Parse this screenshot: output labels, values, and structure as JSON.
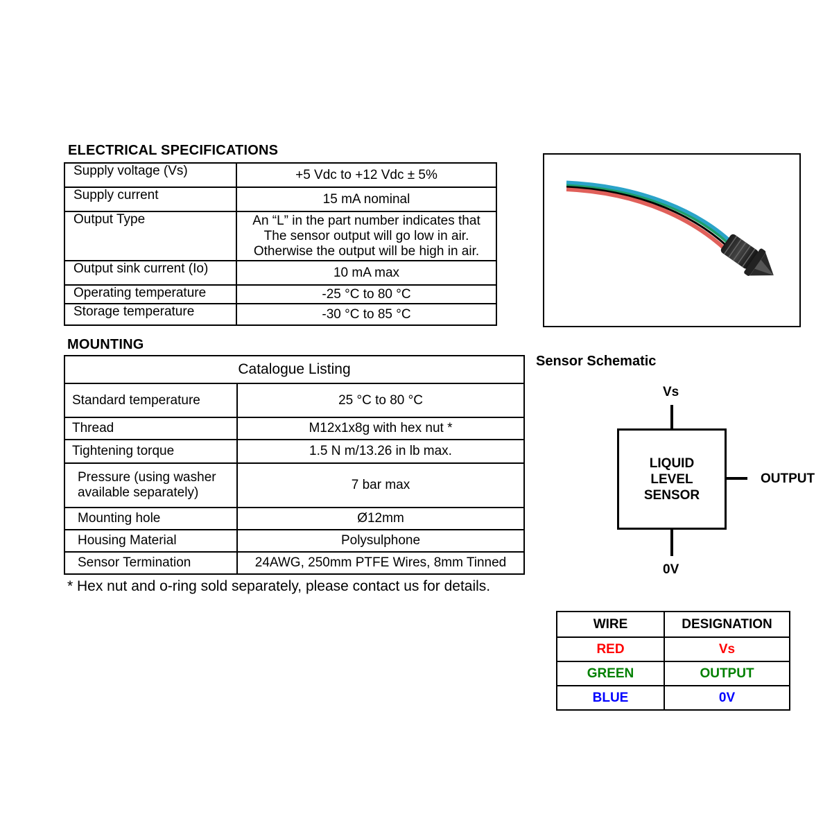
{
  "electrical": {
    "heading": "ELECTRICAL SPECIFICATIONS",
    "rows": [
      {
        "label": "Supply voltage (Vs)",
        "value": "+5 Vdc to +12 Vdc ± 5%"
      },
      {
        "label": "Supply current",
        "value": "15 mA nominal"
      },
      {
        "label": "Output Type",
        "value_lines": [
          "An “L” in the part number indicates that",
          "The sensor output will go low in air.",
          "Otherwise the output will be high in air."
        ]
      },
      {
        "label": "Output sink current (Io)",
        "value": "10 mA max"
      },
      {
        "label": "Operating temperature",
        "value": "-25 °C to 80 °C"
      },
      {
        "label": "Storage temperature",
        "value": "-30 °C to 85 °C"
      }
    ]
  },
  "mounting": {
    "heading": "MOUNTING",
    "catalogue_header": "Catalogue Listing",
    "rows": [
      {
        "label": "Standard temperature",
        "value": "25 °C to 80 °C"
      },
      {
        "label": "Thread",
        "value": "M12x1x8g with hex nut *"
      },
      {
        "label": "Tightening  torque",
        "value": "1.5 N m/13.26 in lb max."
      },
      {
        "label_lines": [
          "Pressure (using washer",
          "available separately)"
        ],
        "value": "7 bar max"
      },
      {
        "label": "Mounting hole",
        "value": "Ø12mm"
      },
      {
        "label": "Housing Material",
        "value": "Polysulphone"
      },
      {
        "label": "Sensor Termination",
        "value": "24AWG, 250mm PTFE Wires, 8mm Tinned"
      }
    ],
    "footnote": "* Hex nut and o-ring sold separately, please contact us for details."
  },
  "schematic": {
    "title": "Sensor Schematic",
    "top_label": "Vs",
    "bottom_label": "0V",
    "right_label": "OUTPUT",
    "box_lines": [
      "LIQUID",
      "LEVEL",
      "SENSOR"
    ]
  },
  "wire_table": {
    "headers": [
      "WIRE",
      "DESIGNATION"
    ],
    "rows": [
      {
        "wire": "RED",
        "designation": "Vs",
        "color": "#ff0000"
      },
      {
        "wire": "GREEN",
        "designation": "OUTPUT",
        "color": "#008000"
      },
      {
        "wire": "BLUE",
        "designation": "0V",
        "color": "#0000ff"
      }
    ]
  },
  "photo": {
    "icon": "liquid-level-sensor-photo",
    "wire_colors": [
      "#2aa3c9",
      "#1f9e6a",
      "#000000",
      "#e0605a"
    ]
  }
}
